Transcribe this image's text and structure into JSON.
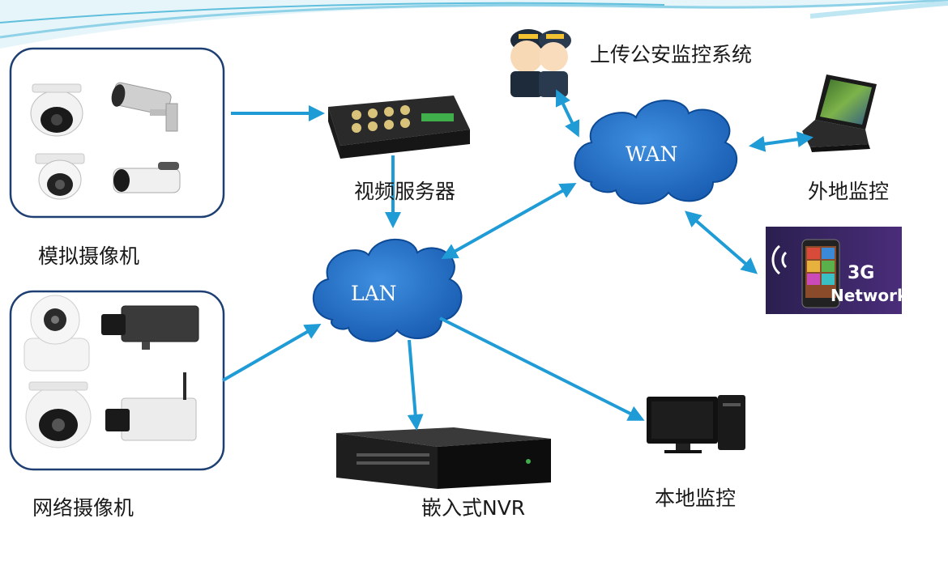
{
  "labels": {
    "analog_cameras": "模拟摄像机",
    "network_cameras": "网络摄像机",
    "video_server": "视频服务器",
    "embedded_nvr": "嵌入式NVR",
    "local_monitor": "本地监控",
    "remote_monitor": "外地监控",
    "upload_police": "上传公安监控系统"
  },
  "clouds": {
    "lan": "LAN",
    "wan": "WAN"
  },
  "badge_3g": {
    "line1": "3G",
    "line2": "Network"
  },
  "colors": {
    "arrow": "#1f9bd6",
    "cloud": "#1f6fc4",
    "cloud_edge": "#0d4a96",
    "group_border": "#1d3f73",
    "wave_light": "#bfe6f3",
    "wave_dark": "#5fbfdc"
  }
}
